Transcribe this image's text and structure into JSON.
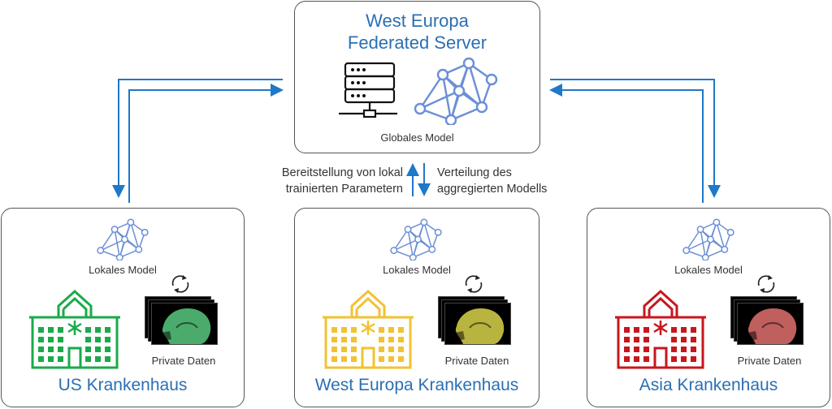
{
  "server": {
    "title_line1": "West Europa",
    "title_line2": "Federated Server",
    "caption": "Globales Model",
    "icons": [
      "server-rack-icon",
      "neural-network-icon"
    ]
  },
  "flow": {
    "upload_label_line1": "Bereitstellung von lokal",
    "upload_label_line2": "trainierten Parametern",
    "download_label_line1": "Verteilung des",
    "download_label_line2": "aggregierten Modells",
    "arrow_color": "#1f78c8"
  },
  "hospitals": [
    {
      "name": "US Krankenhaus",
      "model_caption": "Lokales Model",
      "data_caption": "Private Daten",
      "color": "#1aaa4a",
      "scan_tint": "#57c97f"
    },
    {
      "name": "West Europa Krankenhaus",
      "model_caption": "Lokales Model",
      "data_caption": "Private Daten",
      "color": "#f2c232",
      "scan_tint": "#d8d44a"
    },
    {
      "name": "Asia Krankenhaus",
      "model_caption": "Lokales Model",
      "data_caption": "Private Daten",
      "color": "#c8161d",
      "scan_tint": "#e0706e"
    }
  ],
  "colors": {
    "title_blue": "#2a6fb3",
    "network_blue": "#6b8fd6"
  }
}
